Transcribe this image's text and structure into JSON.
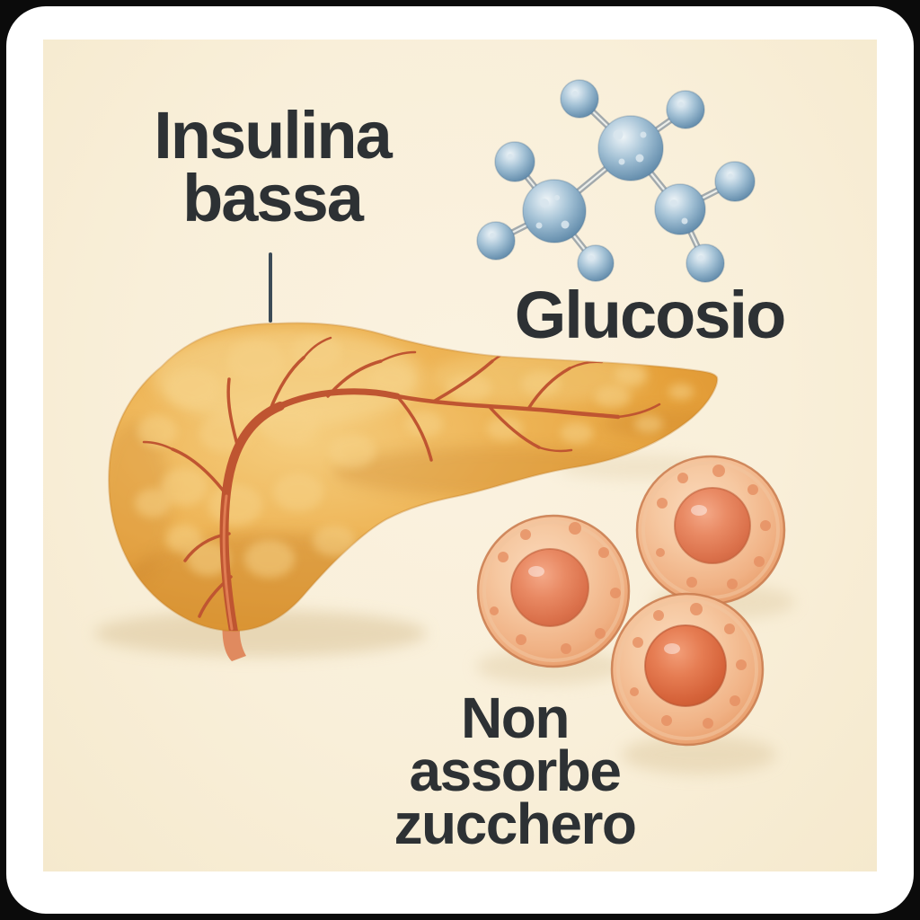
{
  "frame": {
    "outer_background": "#0b0b0b",
    "card_color": "#ffffff",
    "panel_color": "#f9efd9"
  },
  "labels": {
    "insulin": {
      "line1": "Insulina",
      "line2": "bassa"
    },
    "glucose": {
      "text": "Glucosio"
    },
    "cells": {
      "line1": "Non",
      "line2": "assorbe",
      "line3": "zucchero"
    }
  },
  "colors": {
    "label_text": "#2d3134",
    "leader_line": "#3c4b57",
    "pancreas_base": "#e8a73d",
    "pancreas_highlight": "#f6d288",
    "pancreas_vessel": "#bf5531",
    "molecule_sphere": "#7da2bd",
    "molecule_bond": "#a2a9ac",
    "cell_body": "#f0b184",
    "cell_nucleus": "#db714b",
    "shadow": "#e4d2ad"
  }
}
